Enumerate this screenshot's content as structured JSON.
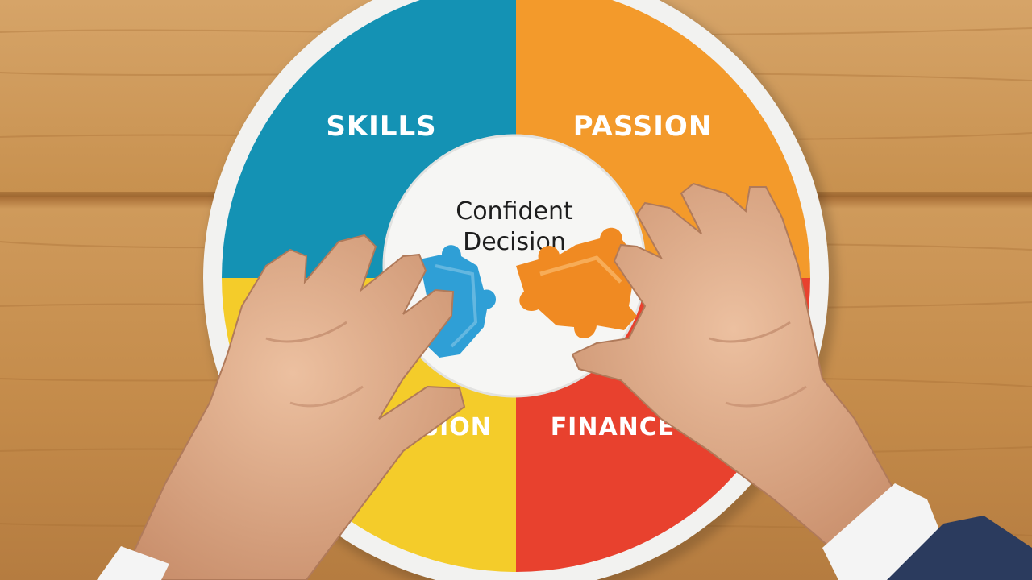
{
  "wheel": {
    "segments": [
      {
        "label": "SKILLS",
        "color": "#1492b4"
      },
      {
        "label": "PASSION",
        "color": "#f39a2b"
      },
      {
        "label": "FINANCE",
        "color": "#e8412e"
      },
      {
        "label": "VISION",
        "color": "#f4cc2a"
      }
    ],
    "center_line_1": "Confident",
    "center_line_2": "Decision"
  },
  "puzzle_pieces": [
    {
      "name": "blue-puzzle-piece",
      "color": "#2f9fd6"
    },
    {
      "name": "orange-puzzle-piece",
      "color": "#f08a22"
    }
  ],
  "colors": {
    "wood_light": "#cf9a5e",
    "wood_dark": "#b37a41",
    "wheel_rim": "#f2f2f0",
    "skin": "#e3b08e",
    "sleeve": "#2b3b5e",
    "cuff": "#f4f4f4"
  }
}
